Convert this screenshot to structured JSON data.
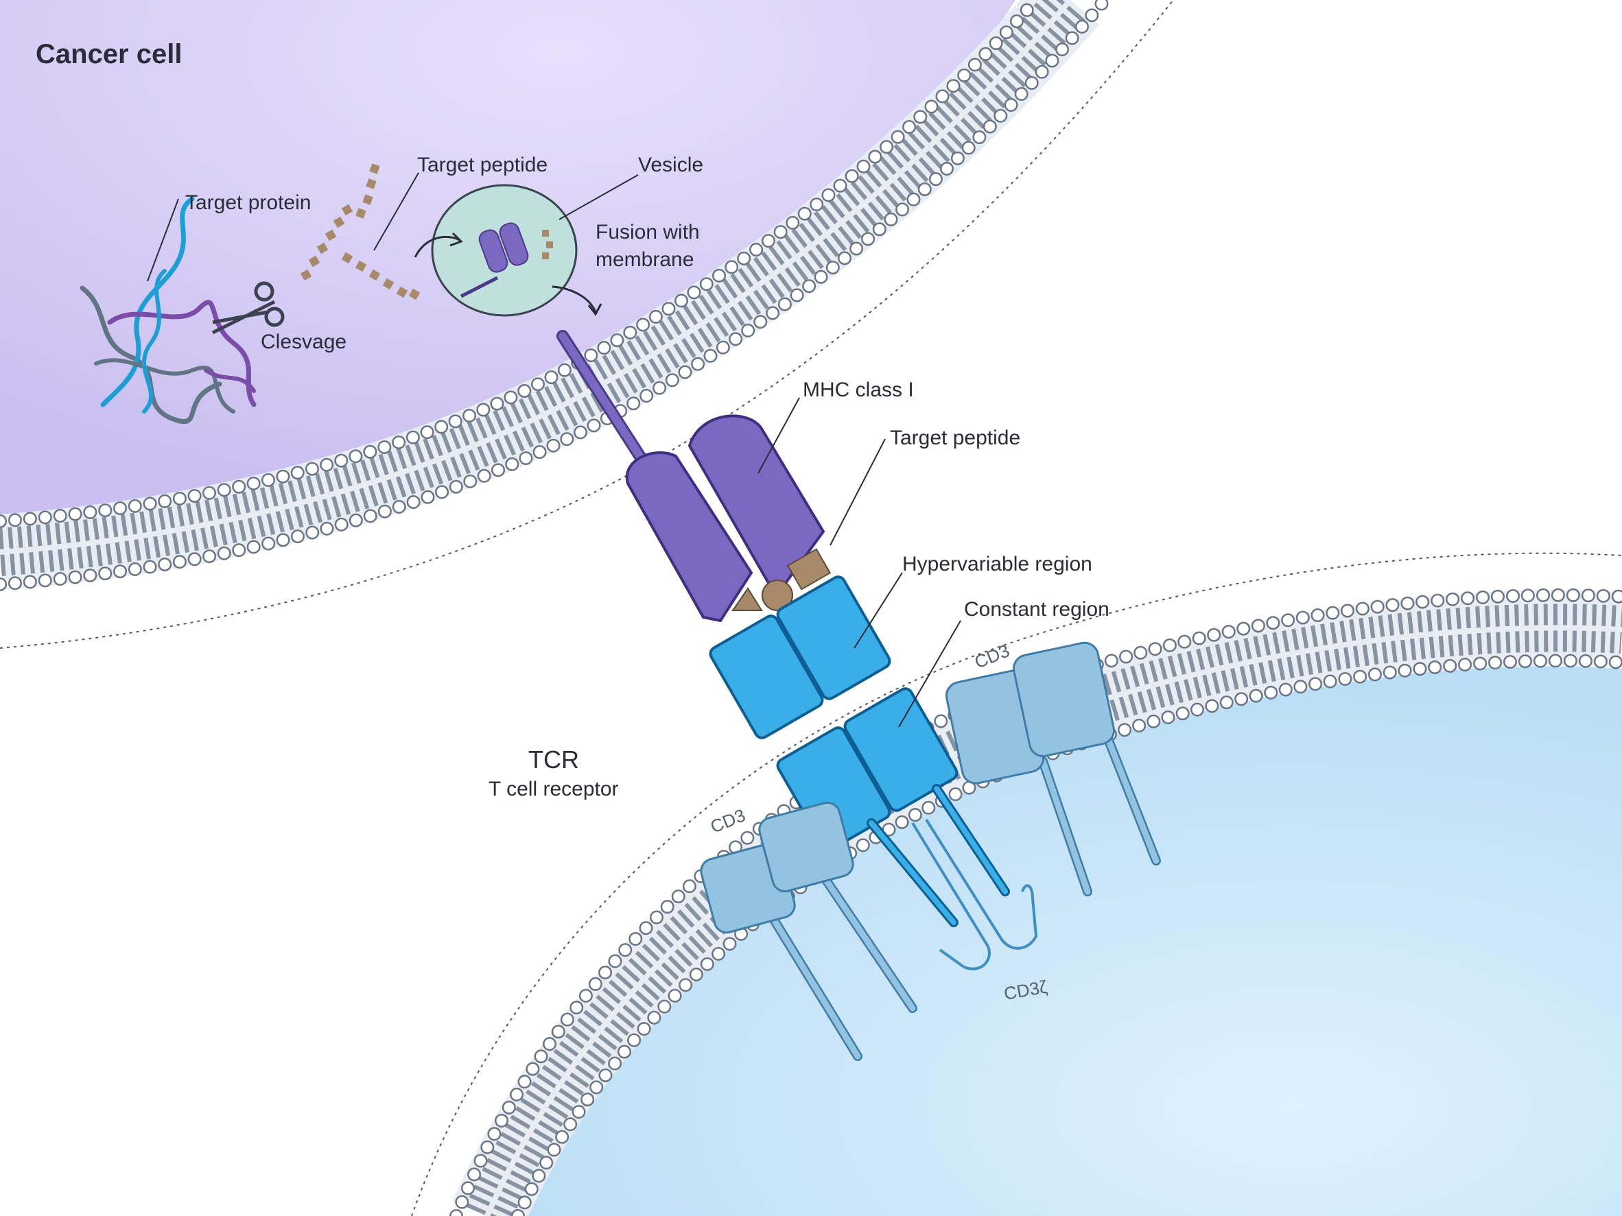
{
  "labels": {
    "cancer_cell": "Cancer cell",
    "target_protein": "Target protein",
    "target_peptide_top": "Target peptide",
    "vesicle": "Vesicle",
    "fusion_line1": "Fusion with",
    "fusion_line2": "membrane",
    "cleavage": "Clesvage",
    "mhc_class_i": "MHC class I",
    "target_peptide": "Target peptide",
    "hypervariable_region": "Hypervariable region",
    "constant_region": "Constant region",
    "tcr": "TCR",
    "tcr_full": "T cell receptor",
    "cd3_left": "CD3",
    "cd3_right": "CD3",
    "cd3_zeta": "CD3ζ"
  },
  "colors": {
    "cancer_cell_fill": "#d6cff5",
    "t_cell_fill": "#cbe6f8",
    "membrane_head": "#ffffff",
    "membrane_tail": "#7f8a99",
    "mhc": "#7b68c0",
    "tcr": "#3aaee6",
    "cd3": "#93c3e0",
    "peptide": "#a8896a"
  }
}
